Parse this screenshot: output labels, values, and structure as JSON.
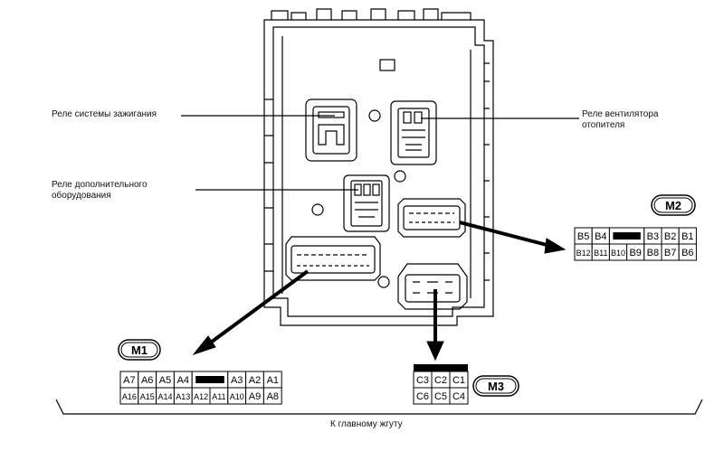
{
  "labels": {
    "ignition_relay": "Реле системы зажигания",
    "heater_fan_relay_line1": "Реле вентилятора",
    "heater_fan_relay_line2": "отопителя",
    "accessory_relay_line1": "Реле дополнительного",
    "accessory_relay_line2": "оборудования",
    "main_harness": "К главному жгуту"
  },
  "connectors": {
    "M1": {
      "badge": "M1",
      "top_row": [
        "A7",
        "A6",
        "A5",
        "A4",
        "",
        "A3",
        "A2",
        "A1"
      ],
      "bottom_row": [
        "A16",
        "A15",
        "A14",
        "A13",
        "A12",
        "A11",
        "A10",
        "A9",
        "A8"
      ]
    },
    "M2": {
      "badge": "M2",
      "top_row": [
        "B5",
        "B4",
        "",
        "B3",
        "B2",
        "B1"
      ],
      "bottom_row": [
        "B12",
        "B11",
        "B10",
        "B9",
        "B8",
        "B7",
        "B6"
      ]
    },
    "M3": {
      "badge": "M3",
      "top_row": [
        "C3",
        "C2",
        "C1"
      ],
      "bottom_row": [
        "C6",
        "C5",
        "C4"
      ]
    }
  }
}
